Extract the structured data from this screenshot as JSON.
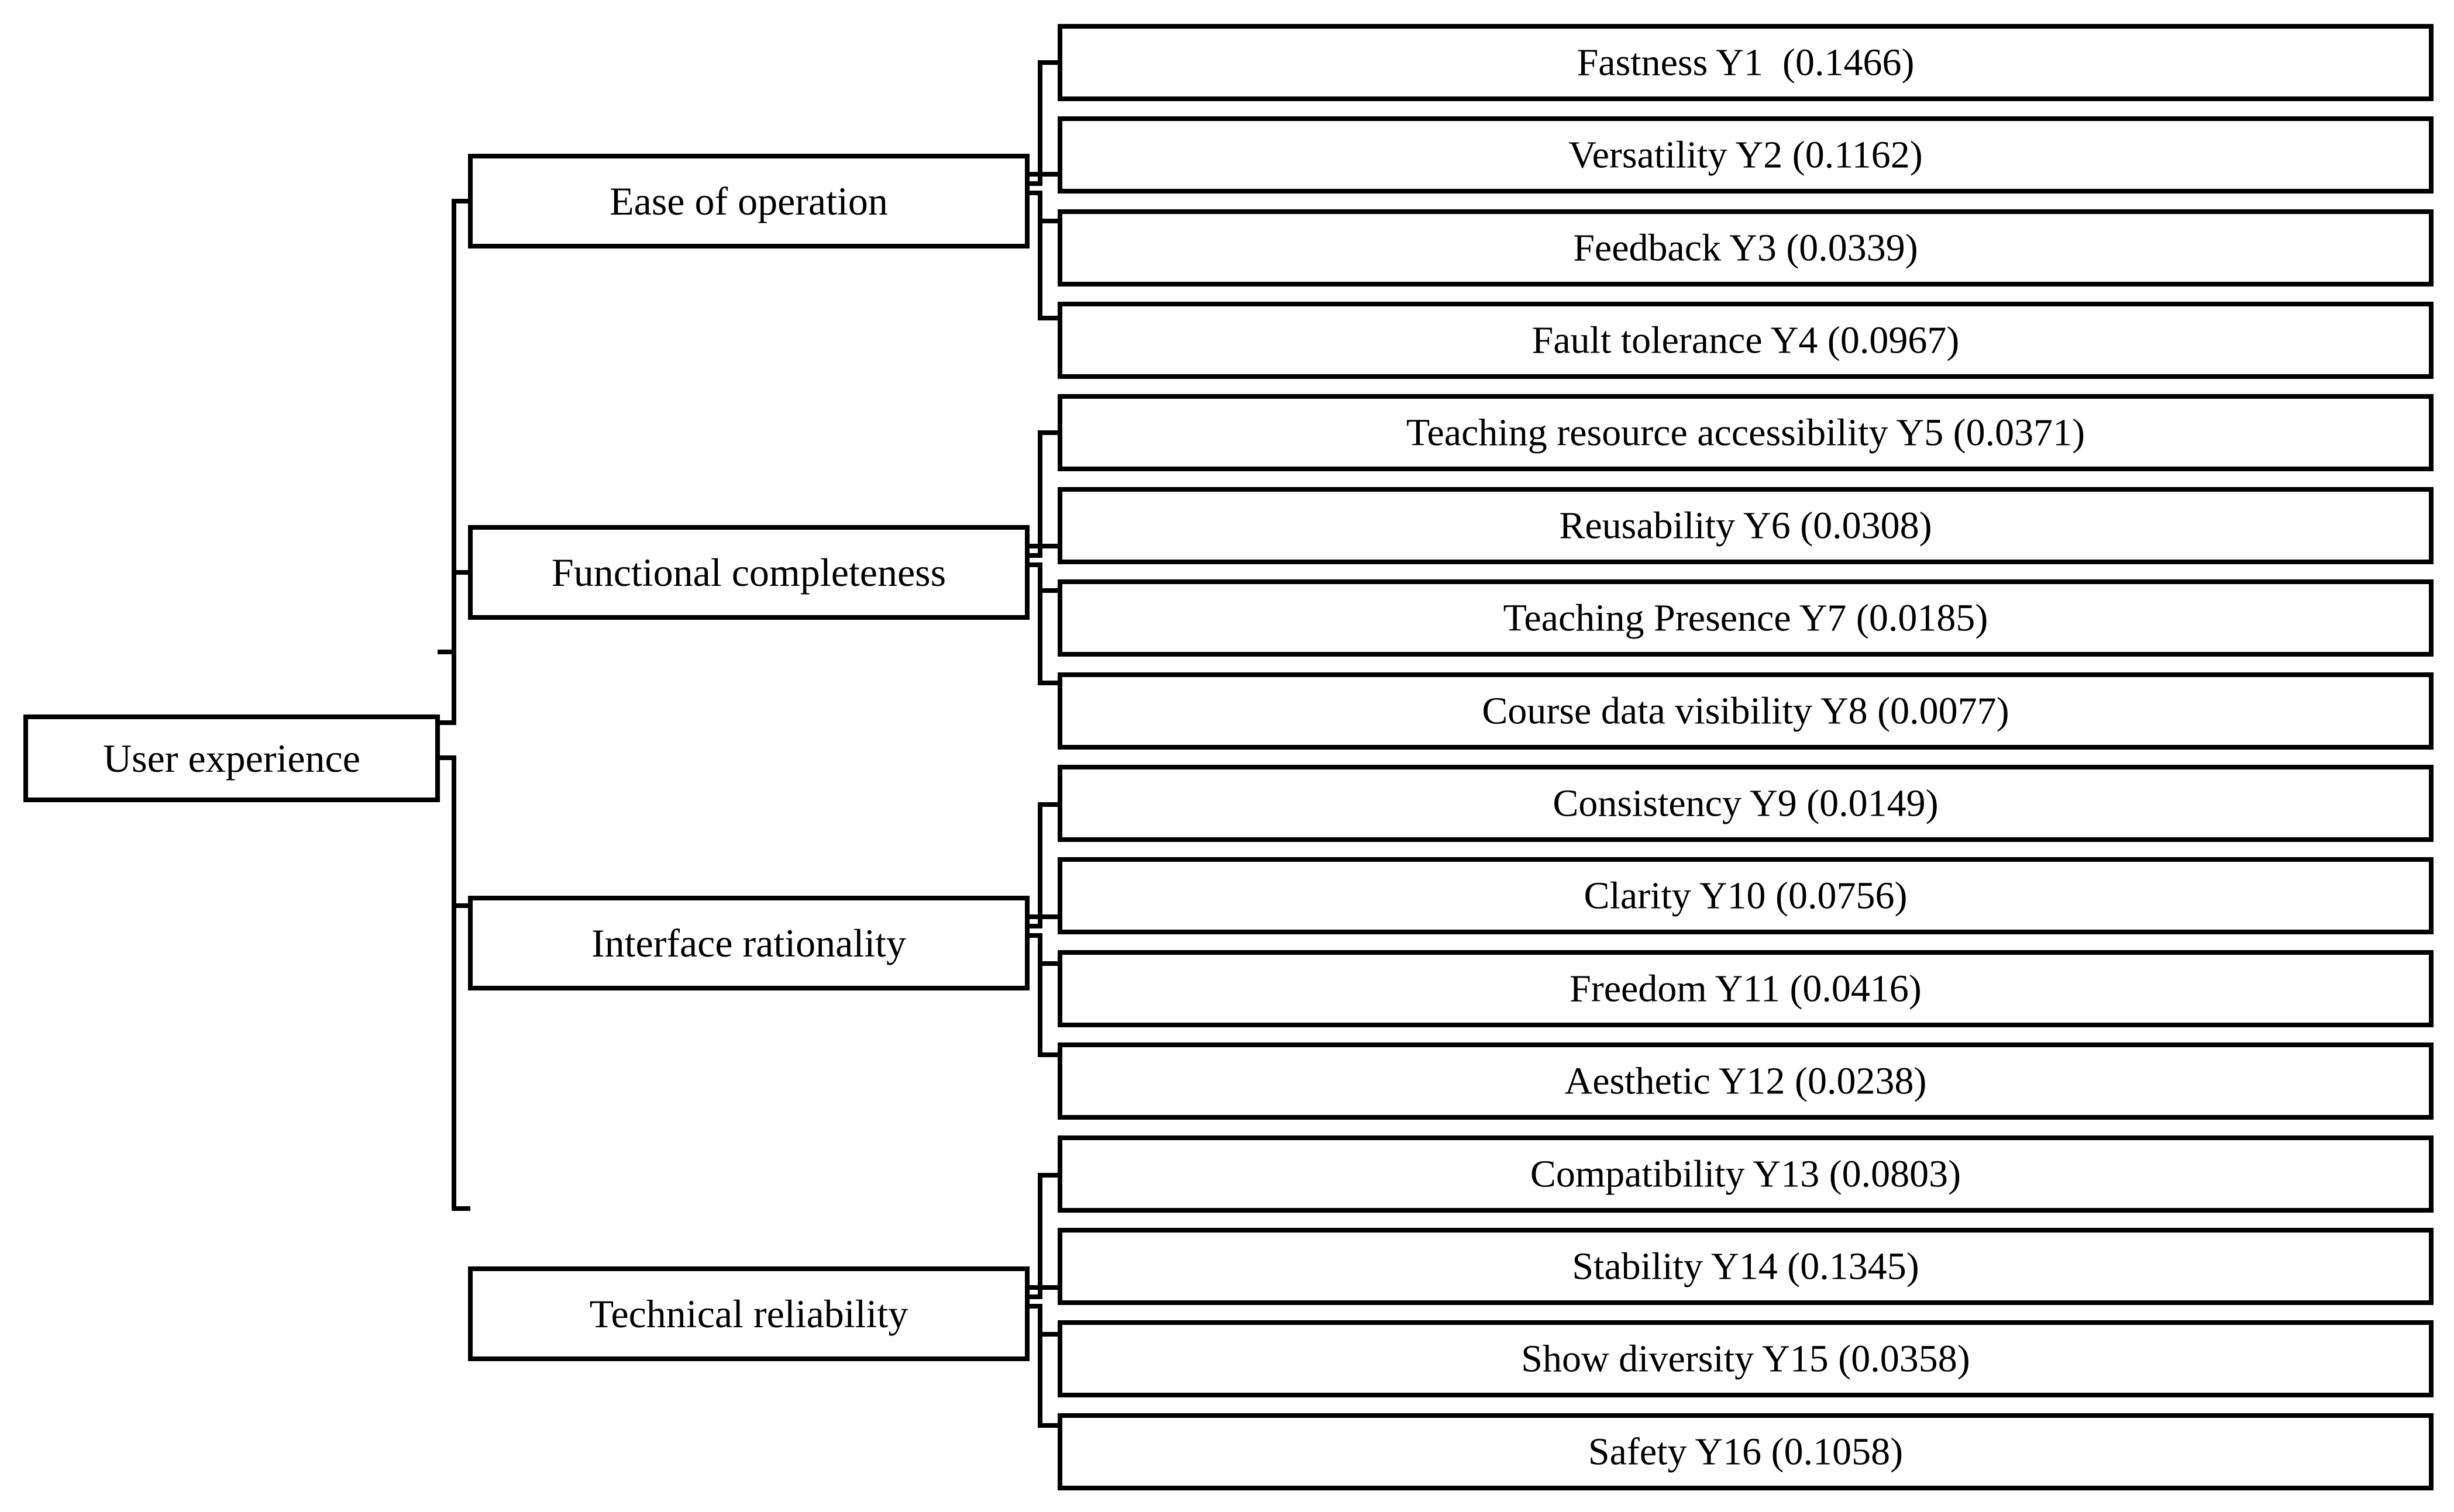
{
  "root": {
    "label": "User experience"
  },
  "categories": [
    {
      "label": "Ease of operation",
      "indicators": [
        {
          "label": "Fastness Y1  (0.1466)"
        },
        {
          "label": "Versatility Y2 (0.1162)"
        },
        {
          "label": "Feedback Y3 (0.0339)"
        },
        {
          "label": "Fault tolerance Y4 (0.0967)"
        }
      ]
    },
    {
      "label": "Functional completeness",
      "indicators": [
        {
          "label": "Teaching resource accessibility Y5 (0.0371)"
        },
        {
          "label": "Reusability Y6 (0.0308)"
        },
        {
          "label": "Teaching Presence Y7 (0.0185)"
        },
        {
          "label": "Course data visibility Y8 (0.0077)"
        }
      ]
    },
    {
      "label": "Interface rationality",
      "indicators": [
        {
          "label": "Consistency Y9 (0.0149)"
        },
        {
          "label": "Clarity Y10 (0.0756)"
        },
        {
          "label": "Freedom Y11 (0.0416)"
        },
        {
          "label": "Aesthetic Y12 (0.0238)"
        }
      ]
    },
    {
      "label": "Technical reliability",
      "indicators": [
        {
          "label": "Compatibility Y13 (0.0803)"
        },
        {
          "label": "Stability Y14 (0.1345)"
        },
        {
          "label": "Show diversity Y15 (0.0358)"
        },
        {
          "label": "Safety Y16 (0.1058)"
        }
      ]
    }
  ]
}
